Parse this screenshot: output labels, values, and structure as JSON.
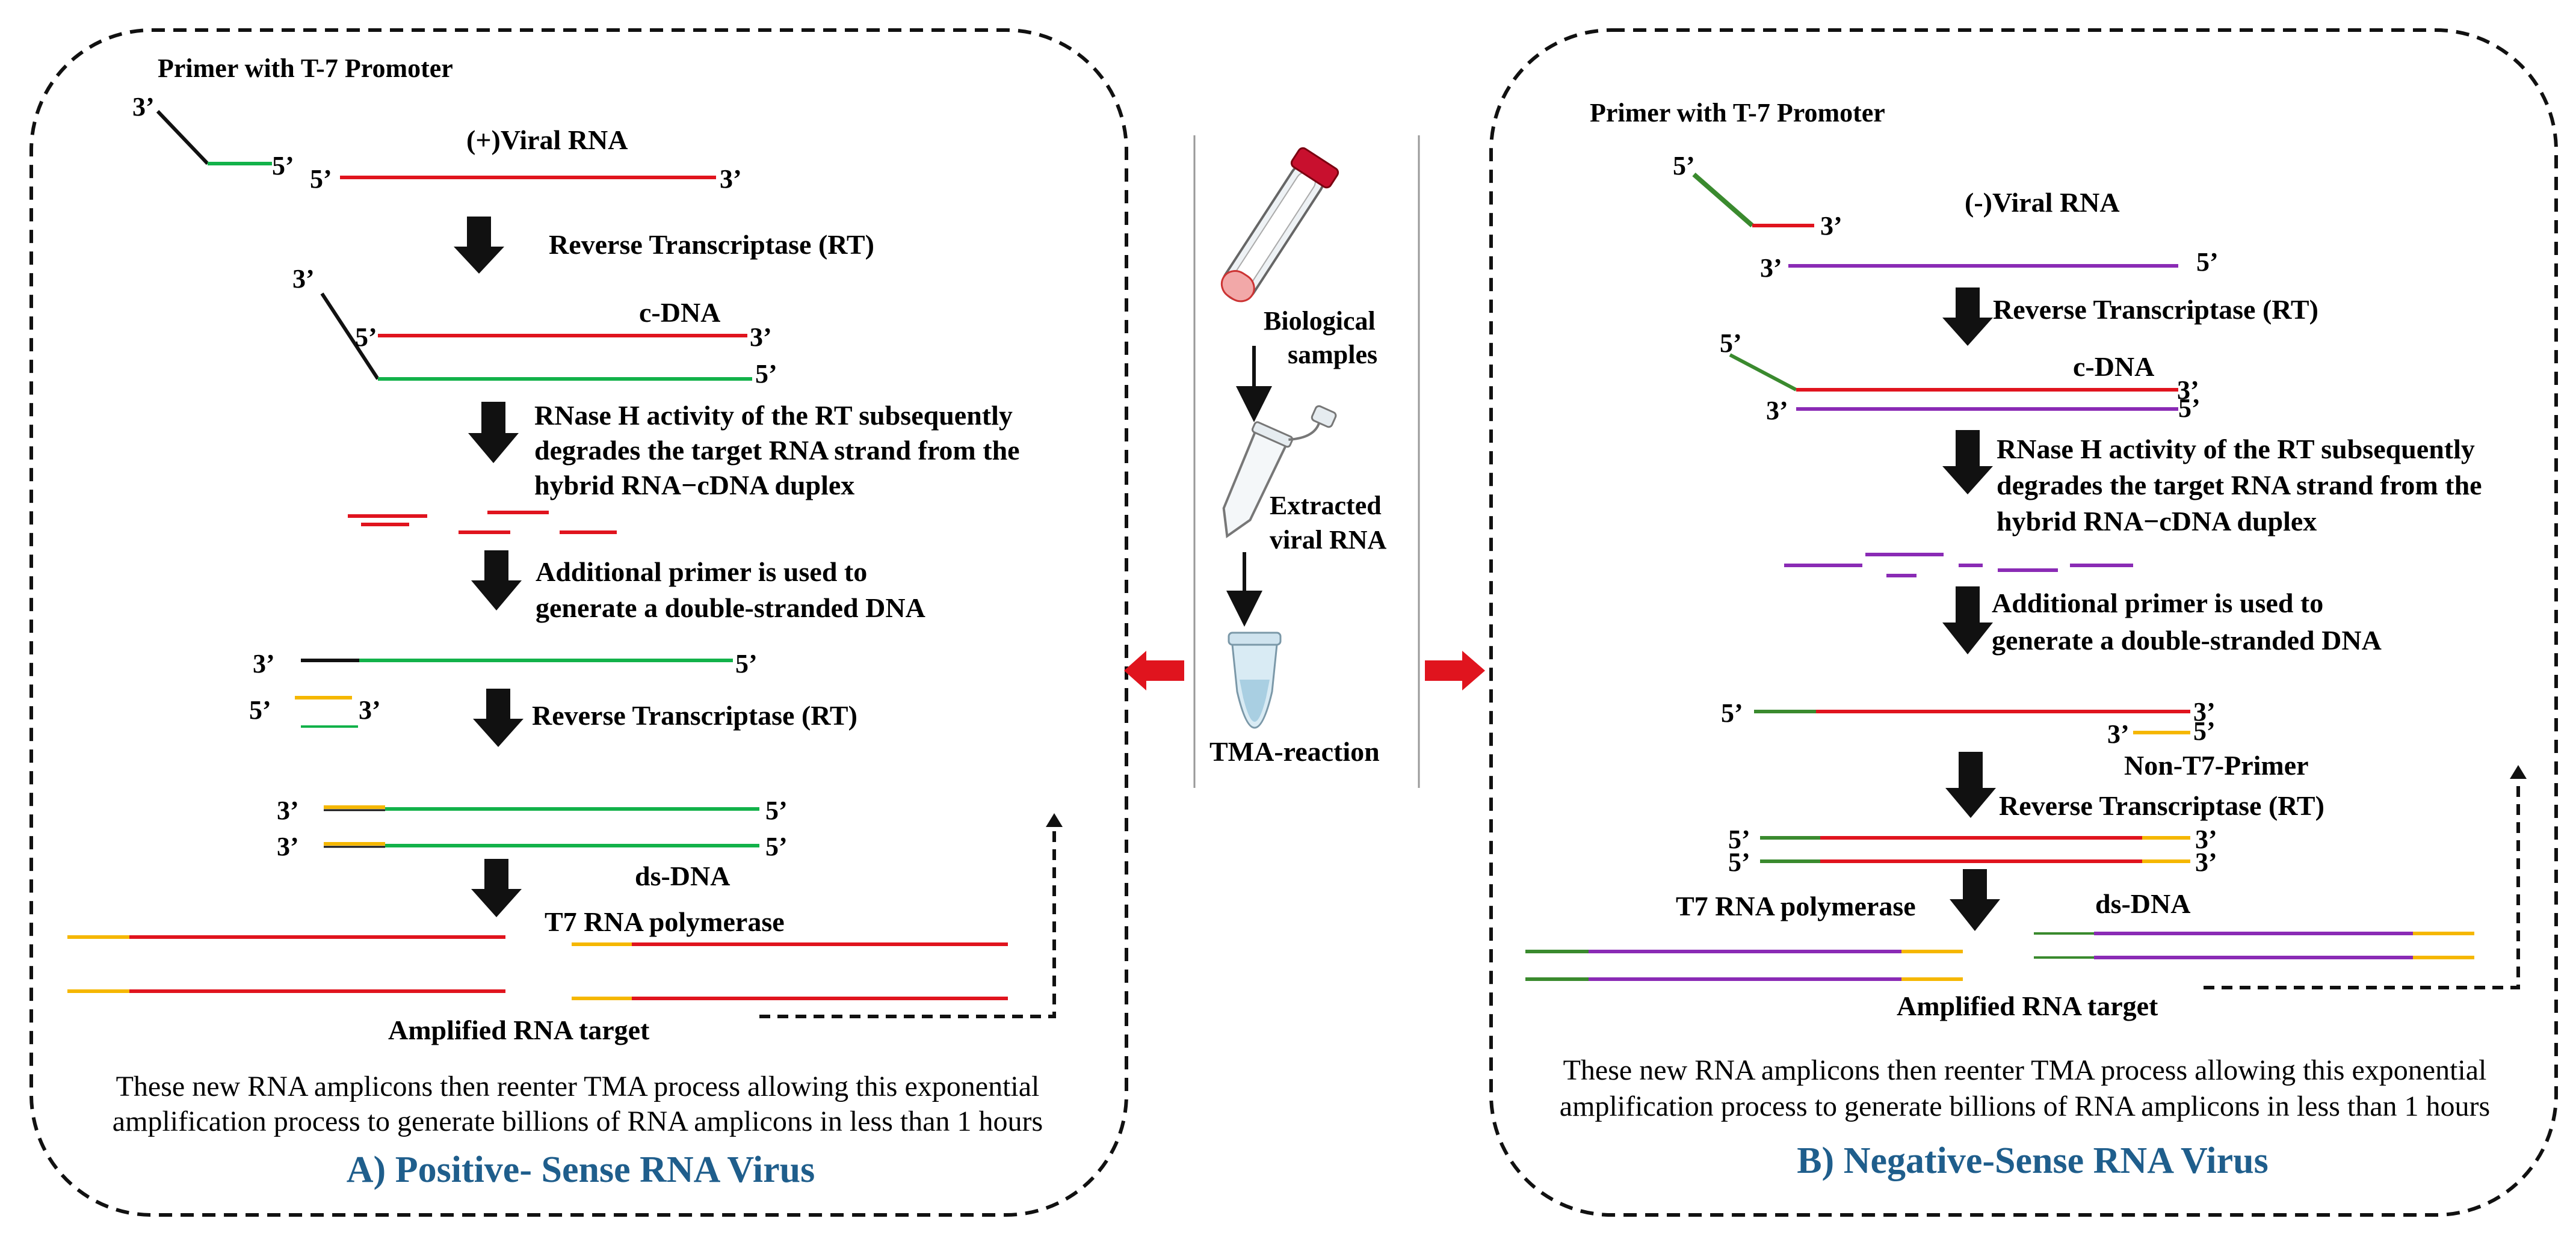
{
  "panel_a": {
    "primer_title": "Primer with T-7 Promoter",
    "viral_rna": "(+)Viral RNA",
    "step_rt": "Reverse Transcriptase (RT)",
    "cdna": "c-DNA",
    "rnase_line1": "RNase H activity of the RT subsequently",
    "rnase_line2": "degrades the target RNA strand from the",
    "rnase_line3": "hybrid RNA−cDNA duplex",
    "additional_line1": "Additional primer is used to",
    "additional_line2": "generate a double-stranded DNA",
    "step_rt_2": "Reverse Transcriptase (RT)",
    "ds_dna": "ds-DNA",
    "t7": "T7 RNA polymerase",
    "amplified": "Amplified RNA target",
    "reenter_line1": "These new RNA amplicons then reenter TMA process allowing this exponential",
    "reenter_line2": "amplification process to generate billions of RNA amplicons in less than 1 hours",
    "caption": "A) Positive- Sense  RNA Virus"
  },
  "center": {
    "bio_line1": "Biological",
    "bio_line2": "samples",
    "extracted_line1": "Extracted",
    "extracted_line2": "viral RNA",
    "tma": "TMA-reaction"
  },
  "panel_b": {
    "primer_title": "Primer with T-7 Promoter",
    "viral_rna": "(-)Viral RNA",
    "step_rt": "Reverse Transcriptase (RT)",
    "cdna": "c-DNA",
    "rnase_line1": "RNase H activity of the RT subsequently",
    "rnase_line2": "degrades the target RNA strand from the",
    "rnase_line3": "hybrid RNA−cDNA duplex",
    "additional_line1": "Additional primer is used to",
    "additional_line2": "generate a double-stranded DNA",
    "non_t7": "Non-T7-Primer",
    "step_rt_2": "Reverse Transcriptase (RT)",
    "t7": "T7 RNA polymerase",
    "ds_dna": "ds-DNA",
    "amplified": "Amplified RNA target",
    "reenter_line1": "These new RNA amplicons then reenter TMA process allowing this exponential",
    "reenter_line2": "amplification process to generate billions of RNA amplicons in less than 1 hours",
    "caption": "B) Negative-Sense  RNA Virus"
  },
  "ends": {
    "three_prime": "3’",
    "five_prime": "5’"
  },
  "colors": {
    "red": "#e0141e",
    "green": "#12b24a",
    "dark_green": "#3a8a2e",
    "purple": "#8a2bb5",
    "yellow": "#f5b700",
    "caption_blue": "#1f5e8c",
    "arrow_red": "#e0141e"
  }
}
